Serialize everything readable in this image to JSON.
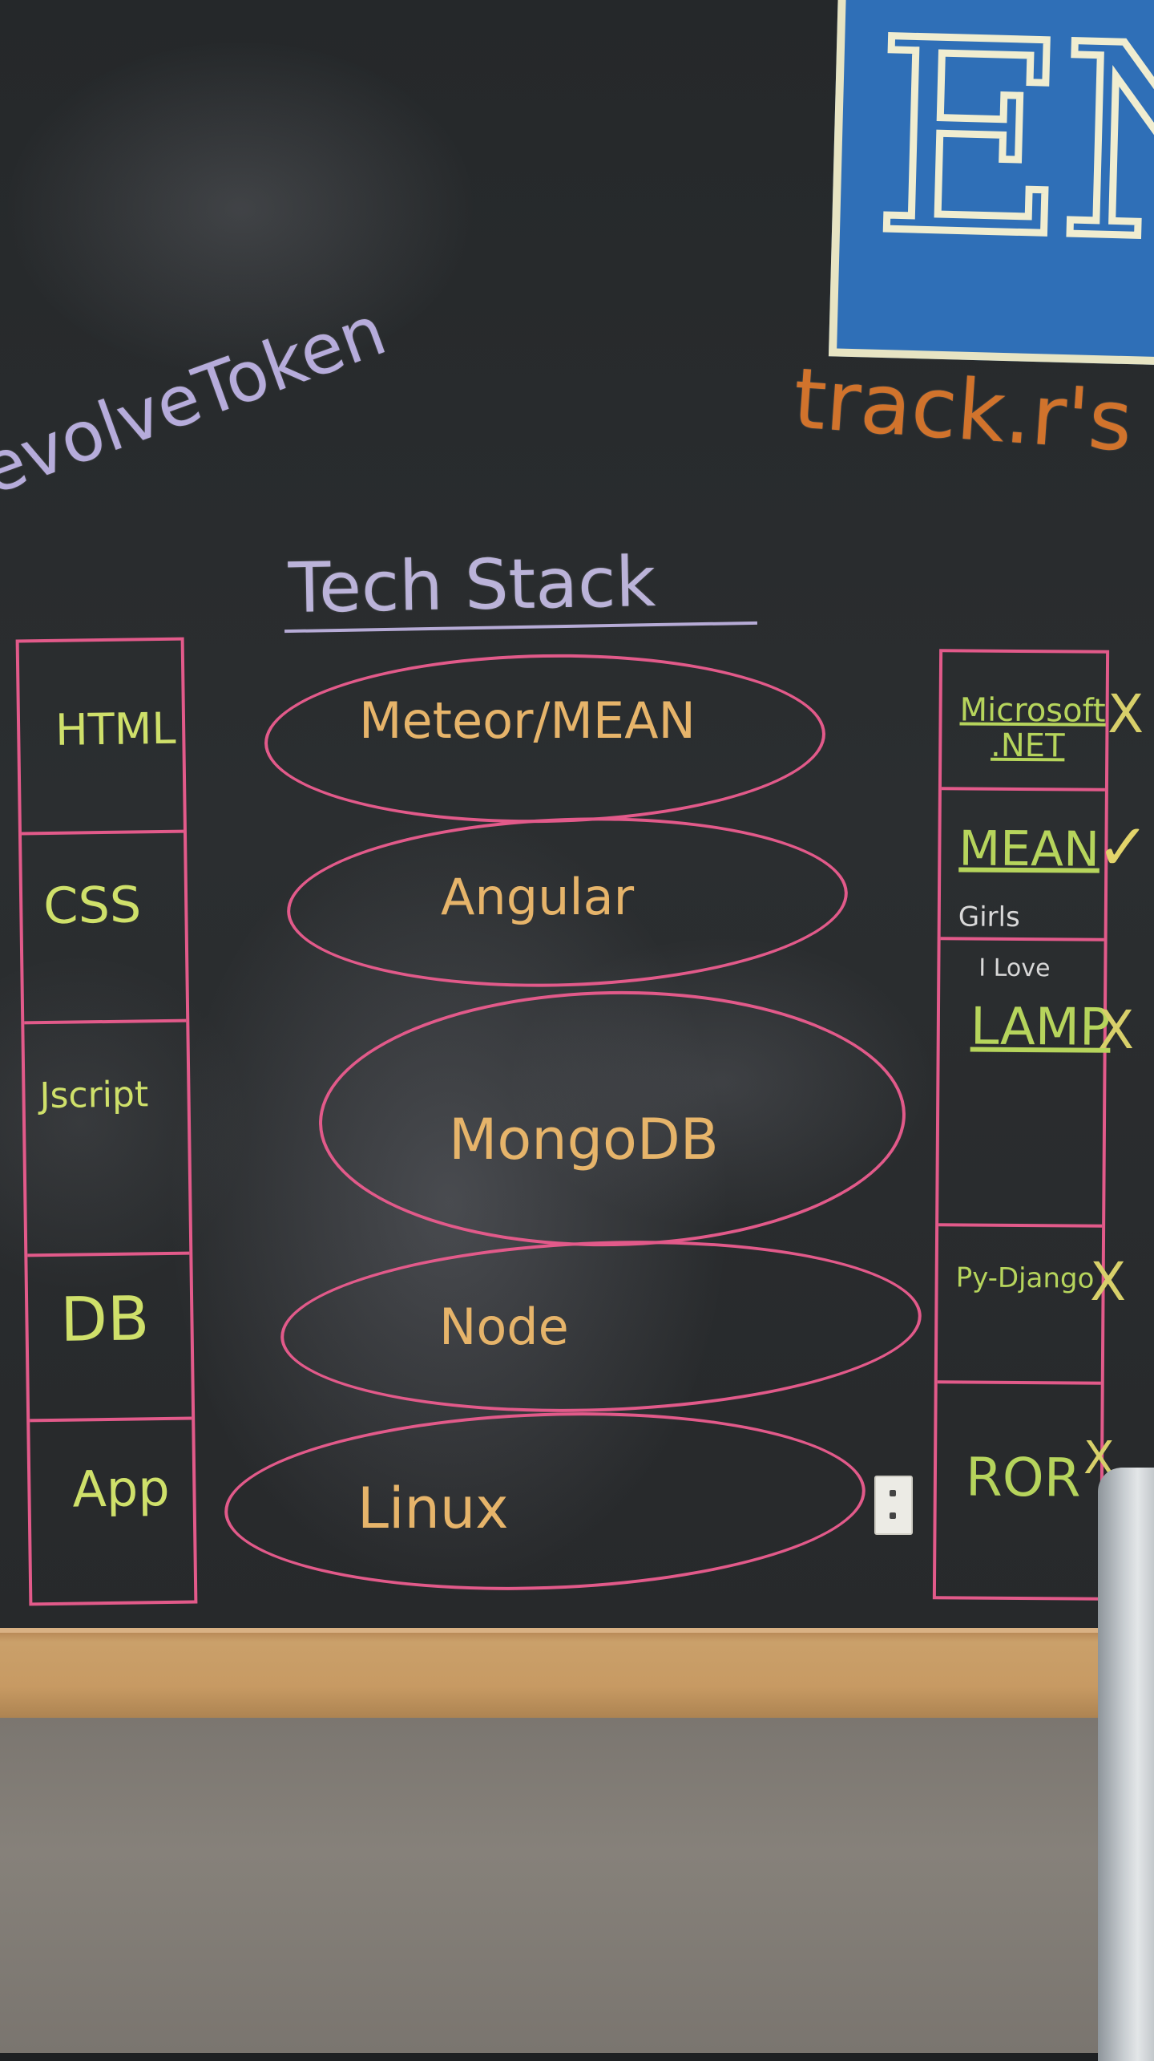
{
  "scene": {
    "corner_logo_text": "EN",
    "site_text": "track.r's",
    "team_text": "evolveToken",
    "title": "Tech Stack"
  },
  "left_layers": [
    {
      "label": "HTML"
    },
    {
      "label": "CSS"
    },
    {
      "label": "Jscript"
    },
    {
      "label": "DB"
    },
    {
      "label": "App"
    }
  ],
  "stack": [
    {
      "label": "Meteor/MEAN"
    },
    {
      "label": "Angular"
    },
    {
      "label": "MongoDB"
    },
    {
      "label": "Node"
    },
    {
      "label": "Linux"
    }
  ],
  "options": [
    {
      "label": "Microsoft .NET",
      "mark": "X"
    },
    {
      "label": "MEAN",
      "note": "Girls",
      "mark": "✓"
    },
    {
      "label": "LAMP",
      "note": "I Love",
      "mark": "X"
    },
    {
      "label": "Py-Django",
      "mark": "X"
    },
    {
      "label": "ROR",
      "mark": "X"
    }
  ],
  "colors": {
    "chalk_pink": "#e25a8a",
    "chalk_yellow_green": "#cfe06a",
    "chalk_orange": "#e07a2c",
    "chalk_lavender": "#c3b7ea",
    "logo_blue": "#2f6fb7"
  }
}
